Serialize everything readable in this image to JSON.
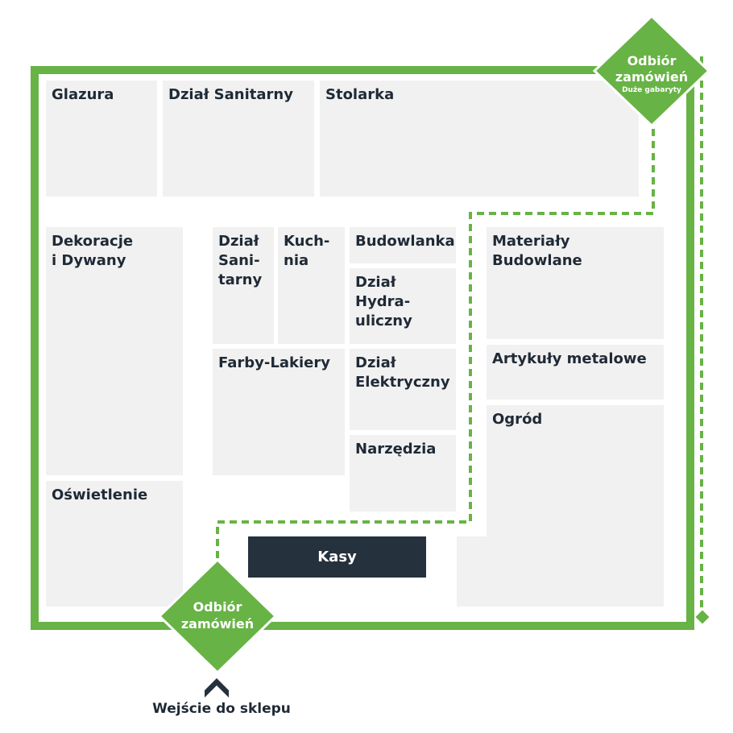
{
  "colors": {
    "accent": "#67b345",
    "department_bg": "#f1f1f1",
    "text": "#1f2a36",
    "checkout_bg": "#25313d"
  },
  "departments": {
    "glazura": "Glazura",
    "sanitarny_top": "Dział Sanitarny",
    "stolarka": "Stolarka",
    "dekoracje": "Dekoracje\ni Dywany",
    "sanitarny_small": "Dział\nSani-\ntarny",
    "kuchnia": "Kuch-\nnia",
    "budowlanka": "Budowlanka",
    "hydraulika": "Dział\nHydra-\nuliczny",
    "farby": "Farby-Lakiery",
    "elektryczny": "Dział\nElektryczny",
    "narzedzia": "Narzędzia",
    "oswietlenie": "Oświetlenie",
    "materialy": "Materiały Budowlane",
    "metalowe": "Artykuły metalowe",
    "ogrod": "Ogród"
  },
  "checkout": {
    "label": "Kasy"
  },
  "pickup_large": {
    "title": "Odbiór\nzamówień",
    "subtitle": "Duże gabaryty"
  },
  "pickup_entrance": {
    "title": "Odbiór\nzamówień"
  },
  "entrance": {
    "label": "Wejście do sklepu",
    "icon": "chevron-up-icon"
  }
}
